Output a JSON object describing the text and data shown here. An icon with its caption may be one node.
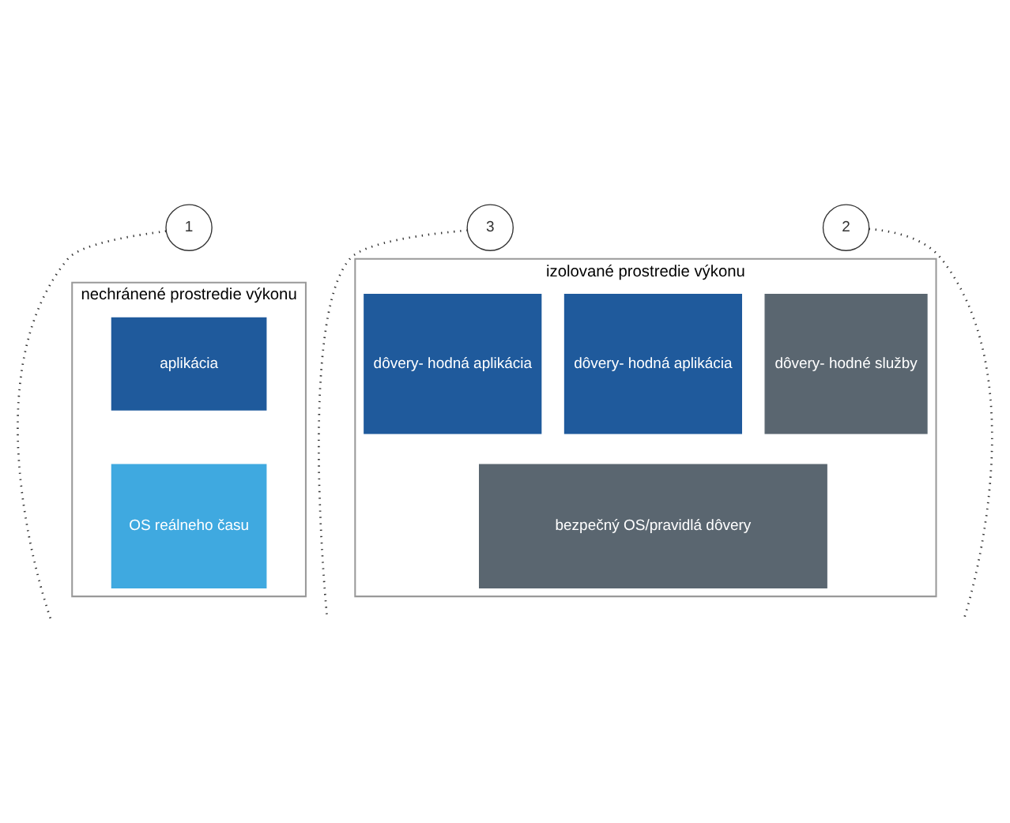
{
  "diagram": {
    "nodes": [
      {
        "text": [
          "nechránené prostredie výkonu"
        ]
      },
      {
        "text": [
          "aplikácia"
        ],
        "in": 0
      },
      {
        "text": [
          "OS reálneho času"
        ],
        "in": 0
      },
      {
        "text": [
          "izolované prostredie výkonu"
        ]
      },
      {
        "text": [
          "dôvery- hodná aplikácia"
        ],
        "in": 3
      },
      {
        "text": [
          "dôvery- hodná aplikácia"
        ],
        "in": 3
      },
      {
        "text": [
          "dôvery- hodné služby"
        ],
        "in": 3
      },
      {
        "text": [
          "bezpečný OS/pravidlá dôvery"
        ],
        "in": 3
      },
      {
        "text": [
          "1"
        ]
      },
      {
        "text": [
          "3"
        ]
      },
      {
        "text": [
          "2"
        ]
      }
    ],
    "edges": [
      {
        "from": 8,
        "to": null,
        "arrow": "none",
        "style": "dashed"
      },
      {
        "from": 9,
        "to": null,
        "arrow": "none",
        "style": "dashed"
      },
      {
        "from": 10,
        "to": null,
        "arrow": "none",
        "style": "dashed"
      }
    ]
  }
}
